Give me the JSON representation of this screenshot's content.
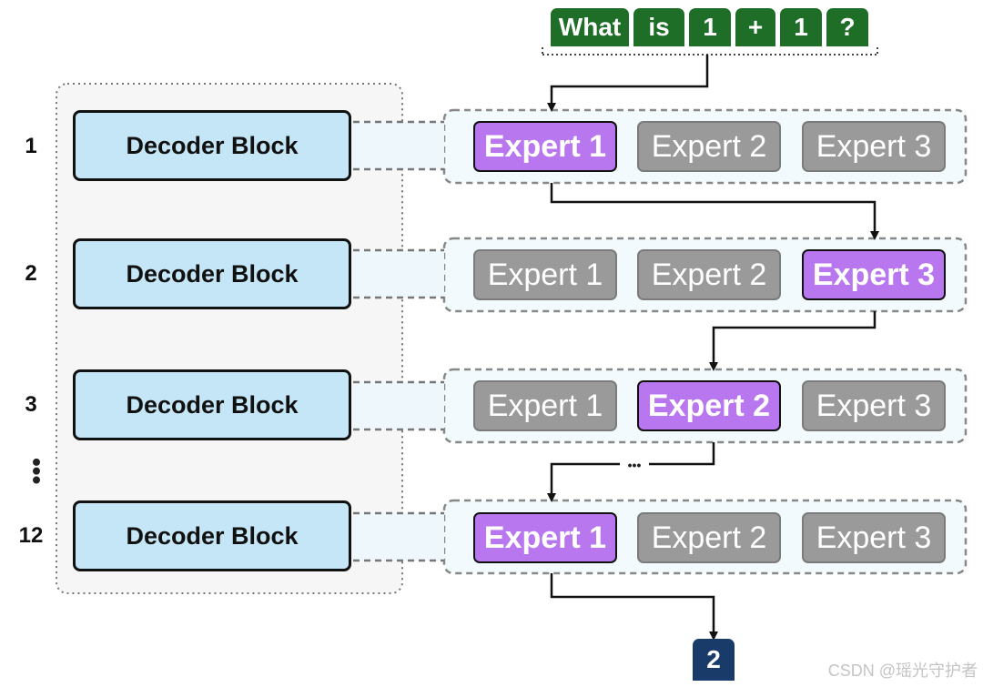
{
  "tokens": [
    "What",
    "is",
    "1",
    "+",
    "1",
    "?"
  ],
  "layers": [
    {
      "number": "1",
      "decoder_label": "Decoder Block",
      "experts": [
        "Expert 1",
        "Expert 2",
        "Expert 3"
      ],
      "active_expert": 0
    },
    {
      "number": "2",
      "decoder_label": "Decoder Block",
      "experts": [
        "Expert 1",
        "Expert 2",
        "Expert 3"
      ],
      "active_expert": 2
    },
    {
      "number": "3",
      "decoder_label": "Decoder Block",
      "experts": [
        "Expert 1",
        "Expert 2",
        "Expert 3"
      ],
      "active_expert": 1
    },
    {
      "number": "12",
      "decoder_label": "Decoder Block",
      "experts": [
        "Expert 1",
        "Expert 2",
        "Expert 3"
      ],
      "active_expert": 0
    }
  ],
  "ellipsis_label": "•••",
  "vertical_ellipsis": "•••",
  "output_token": "2",
  "watermark": "CSDN @瑶光守护者",
  "colors": {
    "token_bg": "#1f6e28",
    "decoder_bg": "#c5e6f6",
    "expert_active": "#b877ee",
    "expert_inactive": "#9a9a9a",
    "output_bg": "#183b6a",
    "stack_bg": "#f6f6f6",
    "expert_row_bg": "#f3fafd"
  }
}
